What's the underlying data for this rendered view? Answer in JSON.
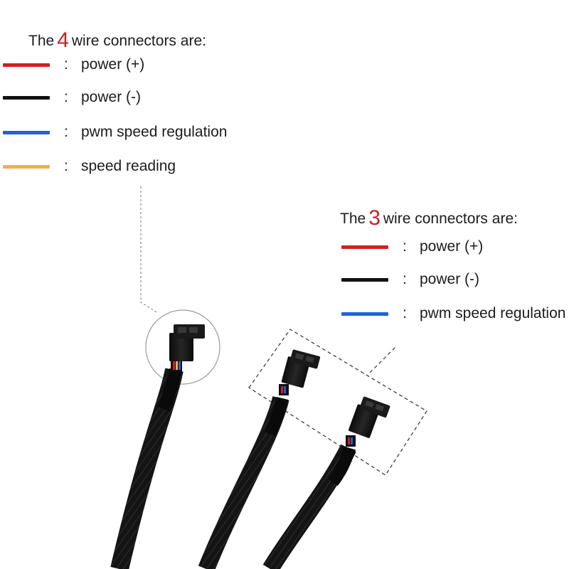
{
  "four_wire": {
    "title_prefix": "The",
    "number": "4",
    "title_suffix": "wire connectors are:",
    "rows": [
      {
        "color": "#d41f1f",
        "sep": ":",
        "label": "power (+)"
      },
      {
        "color": "#111111",
        "sep": ":",
        "label": "power (-)"
      },
      {
        "color": "#1f63d4",
        "sep": ":",
        "label": "pwm speed regulation"
      },
      {
        "color": "#f0b04a",
        "sep": ":",
        "label": "speed reading"
      }
    ]
  },
  "three_wire": {
    "title_prefix": "The",
    "number": "3",
    "title_suffix": "wire connectors are:",
    "rows": [
      {
        "color": "#d41f1f",
        "sep": ":",
        "label": "power (+)"
      },
      {
        "color": "#111111",
        "sep": ":",
        "label": "power (-)"
      },
      {
        "color": "#1f63d4",
        "sep": ":",
        "label": "pwm speed regulation"
      }
    ]
  },
  "accent_color": "#cc1f1f"
}
